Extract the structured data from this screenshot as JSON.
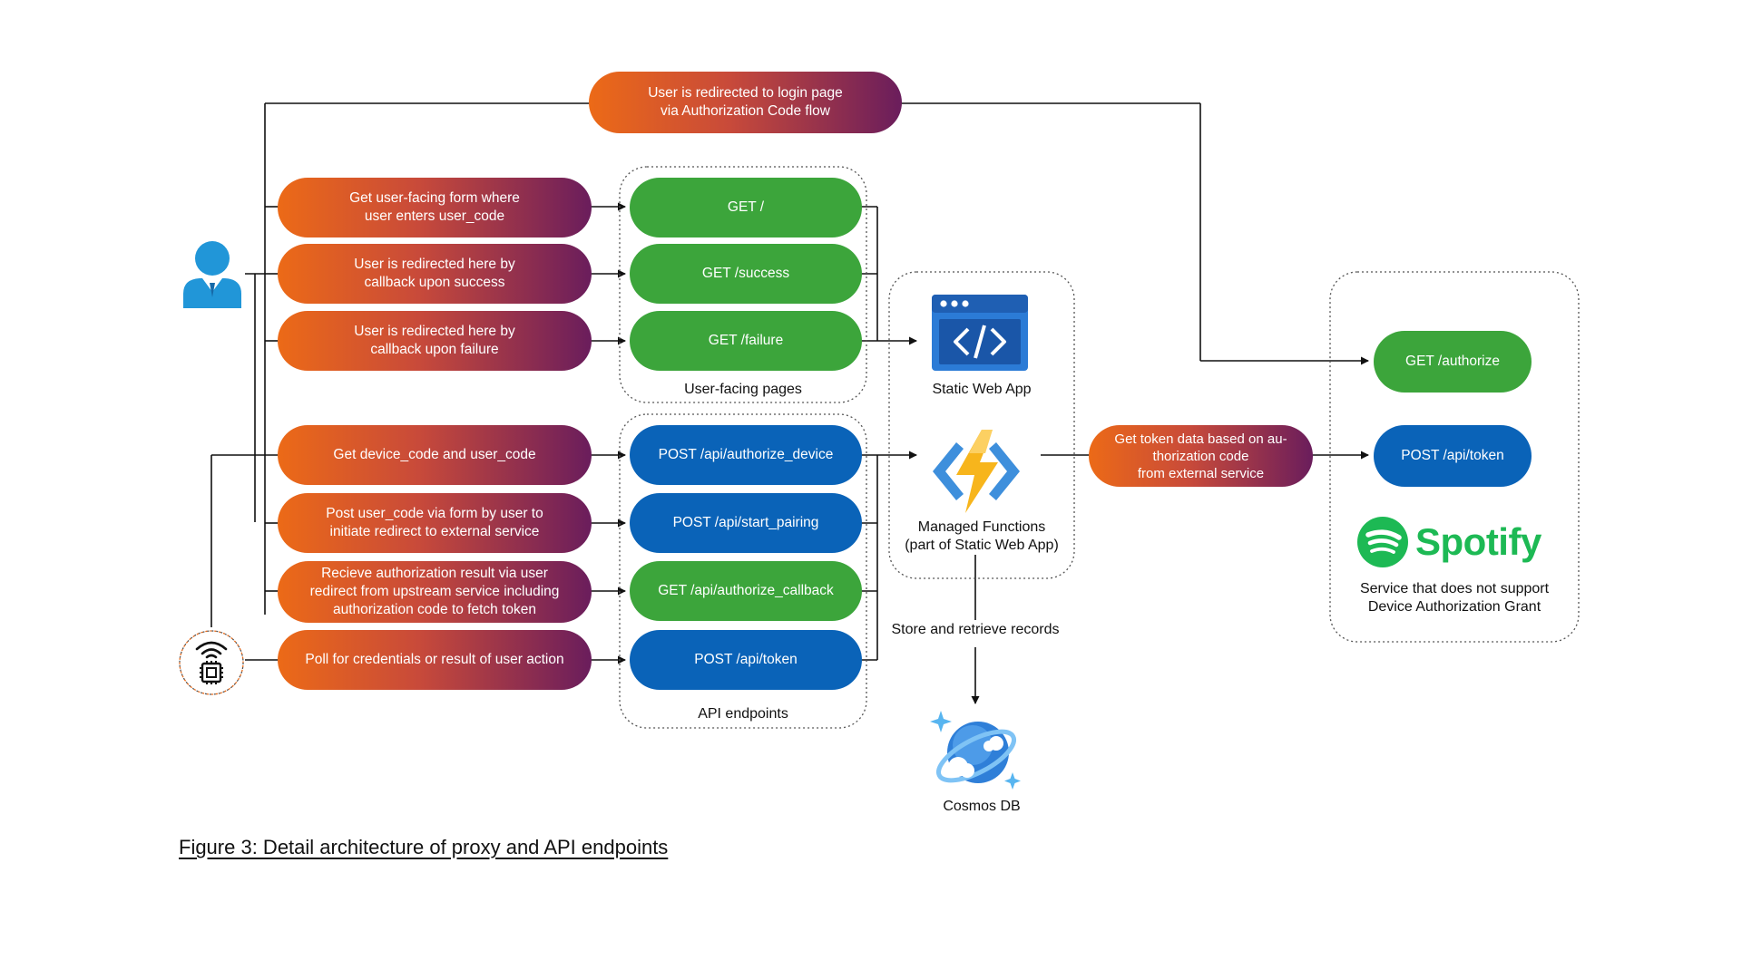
{
  "top_step": "User is redirected to login page\nvia Authorization Code flow",
  "user_steps": [
    "Get user-facing form where\nuser enters user_code",
    "User is redirected here by\ncallback upon success",
    "User is redirected here by\ncallback upon failure"
  ],
  "device_steps": [
    "Get device_code and user_code",
    "Post user_code via form by user to\ninitiate redirect to external service",
    "Recieve authorization result via user\nredirect from upstream service including\nauthorization code to fetch token",
    "Poll for credentials or result of user action"
  ],
  "user_facing_pages": {
    "label": "User-facing pages",
    "routes": [
      "GET /",
      "GET /success",
      "GET /failure"
    ]
  },
  "api_endpoints": {
    "label": "API endpoints",
    "routes": [
      "POST /api/authorize_device",
      "POST /api/start_pairing",
      "GET /api/authorize_callback",
      "POST /api/token"
    ]
  },
  "azure": {
    "static_web_app": "Static Web App",
    "managed_functions": "Managed Functions\n(part of Static Web App)",
    "store_label": "Store and retrieve records",
    "cosmos": "Cosmos DB"
  },
  "token_step": "Get token data based on au-\nthorization code\nfrom external service",
  "external": {
    "routes": [
      "GET /authorize",
      "POST /api/token"
    ],
    "brand": "Spotify",
    "note": "Service that does not support\nDevice Authorization Grant"
  },
  "figure_caption": "Figure 3: Detail architecture of proxy and API endpoints",
  "colors": {
    "gradient_start": "#ec6a17",
    "gradient_end": "#6a1d5c",
    "green": "#3ca53b",
    "blue": "#0a63b8",
    "spotify": "#1db954",
    "azure_blue": "#1f5fb3"
  },
  "icons": [
    "user-icon",
    "device-icon",
    "static-web-app-icon",
    "azure-functions-icon",
    "cosmos-db-icon",
    "spotify-icon"
  ]
}
